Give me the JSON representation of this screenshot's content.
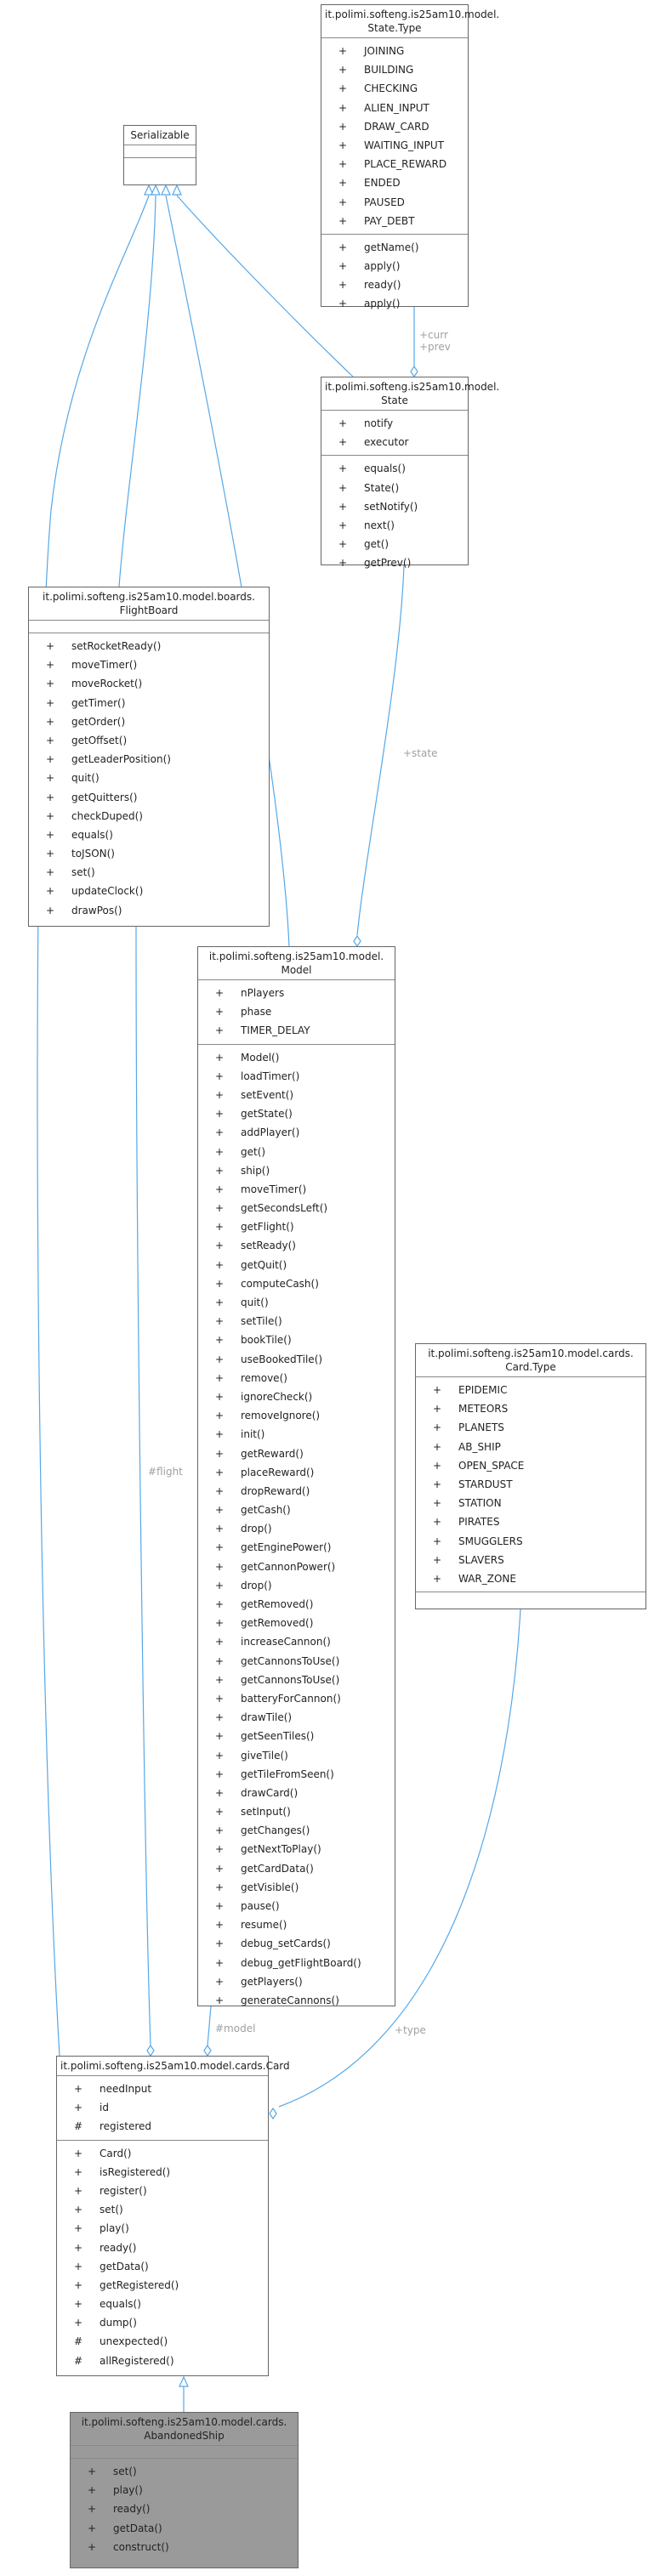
{
  "colors": {
    "edge": "#55a8e8",
    "edge_label": "#a0a0a0",
    "focus_fill": "#9a9a9a"
  },
  "classes": {
    "serializable": {
      "title": [
        "Serializable"
      ],
      "attrs": [],
      "methods": []
    },
    "state_type": {
      "title": [
        "it.polimi.softeng.is25am10.model.",
        "State.Type"
      ],
      "attrs": [
        [
          "+",
          "JOINING"
        ],
        [
          "+",
          "BUILDING"
        ],
        [
          "+",
          "CHECKING"
        ],
        [
          "+",
          "ALIEN_INPUT"
        ],
        [
          "+",
          "DRAW_CARD"
        ],
        [
          "+",
          "WAITING_INPUT"
        ],
        [
          "+",
          "PLACE_REWARD"
        ],
        [
          "+",
          "ENDED"
        ],
        [
          "+",
          "PAUSED"
        ],
        [
          "+",
          "PAY_DEBT"
        ]
      ],
      "methods": [
        [
          "+",
          "getName()"
        ],
        [
          "+",
          "apply()"
        ],
        [
          "+",
          "ready()"
        ],
        [
          "+",
          "apply()"
        ]
      ]
    },
    "state": {
      "title": [
        "it.polimi.softeng.is25am10.model.",
        "State"
      ],
      "attrs": [
        [
          "+",
          "notify"
        ],
        [
          "+",
          "executor"
        ]
      ],
      "methods": [
        [
          "+",
          "equals()"
        ],
        [
          "+",
          "State()"
        ],
        [
          "+",
          "setNotify()"
        ],
        [
          "+",
          "next()"
        ],
        [
          "+",
          "get()"
        ],
        [
          "+",
          "getPrev()"
        ]
      ]
    },
    "flightboard": {
      "title": [
        "it.polimi.softeng.is25am10.model.boards.",
        "FlightBoard"
      ],
      "attrs": [],
      "methods": [
        [
          "+",
          "setRocketReady()"
        ],
        [
          "+",
          "moveTimer()"
        ],
        [
          "+",
          "moveRocket()"
        ],
        [
          "+",
          "getTimer()"
        ],
        [
          "+",
          "getOrder()"
        ],
        [
          "+",
          "getOffset()"
        ],
        [
          "+",
          "getLeaderPosition()"
        ],
        [
          "+",
          "quit()"
        ],
        [
          "+",
          "getQuitters()"
        ],
        [
          "+",
          "checkDuped()"
        ],
        [
          "+",
          "equals()"
        ],
        [
          "+",
          "toJSON()"
        ],
        [
          "+",
          "set()"
        ],
        [
          "+",
          "updateClock()"
        ],
        [
          "+",
          "drawPos()"
        ]
      ]
    },
    "model": {
      "title": [
        "it.polimi.softeng.is25am10.model.",
        "Model"
      ],
      "attrs": [
        [
          "+",
          "nPlayers"
        ],
        [
          "+",
          "phase"
        ],
        [
          "+",
          "TIMER_DELAY"
        ]
      ],
      "methods": [
        [
          "+",
          "Model()"
        ],
        [
          "+",
          "loadTimer()"
        ],
        [
          "+",
          "setEvent()"
        ],
        [
          "+",
          "getState()"
        ],
        [
          "+",
          "addPlayer()"
        ],
        [
          "+",
          "get()"
        ],
        [
          "+",
          "ship()"
        ],
        [
          "+",
          "moveTimer()"
        ],
        [
          "+",
          "getSecondsLeft()"
        ],
        [
          "+",
          "getFlight()"
        ],
        [
          "+",
          "setReady()"
        ],
        [
          "+",
          "getQuit()"
        ],
        [
          "+",
          "computeCash()"
        ],
        [
          "+",
          "quit()"
        ],
        [
          "+",
          "setTile()"
        ],
        [
          "+",
          "bookTile()"
        ],
        [
          "+",
          "useBookedTile()"
        ],
        [
          "+",
          "remove()"
        ],
        [
          "+",
          "ignoreCheck()"
        ],
        [
          "+",
          "removeIgnore()"
        ],
        [
          "+",
          "init()"
        ],
        [
          "+",
          "getReward()"
        ],
        [
          "+",
          "placeReward()"
        ],
        [
          "+",
          "dropReward()"
        ],
        [
          "+",
          "getCash()"
        ],
        [
          "+",
          "drop()"
        ],
        [
          "+",
          "getEnginePower()"
        ],
        [
          "+",
          "getCannonPower()"
        ],
        [
          "+",
          "drop()"
        ],
        [
          "+",
          "getRemoved()"
        ],
        [
          "+",
          "getRemoved()"
        ],
        [
          "+",
          "increaseCannon()"
        ],
        [
          "+",
          "getCannonsToUse()"
        ],
        [
          "+",
          "getCannonsToUse()"
        ],
        [
          "+",
          "batteryForCannon()"
        ],
        [
          "+",
          "drawTile()"
        ],
        [
          "+",
          "getSeenTiles()"
        ],
        [
          "+",
          "giveTile()"
        ],
        [
          "+",
          "getTileFromSeen()"
        ],
        [
          "+",
          "drawCard()"
        ],
        [
          "+",
          "setInput()"
        ],
        [
          "+",
          "getChanges()"
        ],
        [
          "+",
          "getNextToPlay()"
        ],
        [
          "+",
          "getCardData()"
        ],
        [
          "+",
          "getVisible()"
        ],
        [
          "+",
          "pause()"
        ],
        [
          "+",
          "resume()"
        ],
        [
          "+",
          "debug_setCards()"
        ],
        [
          "+",
          "debug_getFlightBoard()"
        ],
        [
          "+",
          "getPlayers()"
        ],
        [
          "+",
          "generateCannons()"
        ]
      ]
    },
    "card_type": {
      "title": [
        "it.polimi.softeng.is25am10.model.cards.",
        "Card.Type"
      ],
      "attrs": [
        [
          "+",
          "EPIDEMIC"
        ],
        [
          "+",
          "METEORS"
        ],
        [
          "+",
          "PLANETS"
        ],
        [
          "+",
          "AB_SHIP"
        ],
        [
          "+",
          "OPEN_SPACE"
        ],
        [
          "+",
          "STARDUST"
        ],
        [
          "+",
          "STATION"
        ],
        [
          "+",
          "PIRATES"
        ],
        [
          "+",
          "SMUGGLERS"
        ],
        [
          "+",
          "SLAVERS"
        ],
        [
          "+",
          "WAR_ZONE"
        ]
      ],
      "methods": []
    },
    "card": {
      "title": [
        "it.polimi.softeng.is25am10.model.cards.Card"
      ],
      "attrs": [
        [
          "+",
          "needInput"
        ],
        [
          "+",
          "id"
        ],
        [
          "#",
          "registered"
        ]
      ],
      "methods": [
        [
          "+",
          "Card()"
        ],
        [
          "+",
          "isRegistered()"
        ],
        [
          "+",
          "register()"
        ],
        [
          "+",
          "set()"
        ],
        [
          "+",
          "play()"
        ],
        [
          "+",
          "ready()"
        ],
        [
          "+",
          "getData()"
        ],
        [
          "+",
          "getRegistered()"
        ],
        [
          "+",
          "equals()"
        ],
        [
          "+",
          "dump()"
        ],
        [
          "#",
          "unexpected()"
        ],
        [
          "#",
          "allRegistered()"
        ]
      ]
    },
    "abandoned_ship": {
      "title": [
        "it.polimi.softeng.is25am10.model.cards.",
        "AbandonedShip"
      ],
      "attrs": [],
      "methods": [
        [
          "+",
          "set()"
        ],
        [
          "+",
          "play()"
        ],
        [
          "+",
          "ready()"
        ],
        [
          "+",
          "getData()"
        ],
        [
          "+",
          "construct()"
        ]
      ]
    }
  },
  "edge_labels": {
    "curr": "+curr",
    "prev": "+prev",
    "state": "+state",
    "flight": "#flight",
    "model": "#model",
    "type": "+type"
  }
}
